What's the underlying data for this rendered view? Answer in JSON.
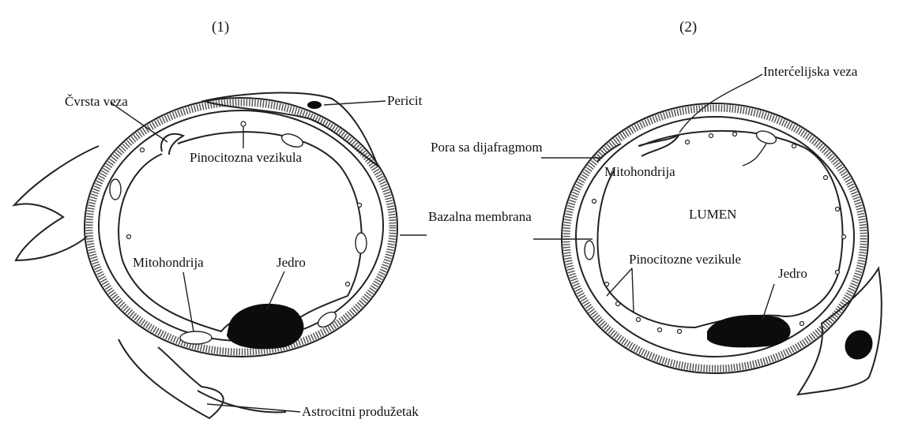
{
  "panels": [
    {
      "number": "(1)",
      "labels": {
        "tight_junction": "Čvrsta veza",
        "pericyte": "Pericit",
        "pinocytotic_vesicle": "Pinocitozna vezikula",
        "basal_membrane": "Bazalna membrana",
        "mitochondrion": "Mitohondrija",
        "nucleus": "Jedro",
        "astrocyte_process": "Astrocitni produžetak"
      }
    },
    {
      "number": "(2)",
      "labels": {
        "intercellular_junction": "Interćelijska veza",
        "pore_with_diaphragm": "Pora sa dijafragmom",
        "mitochondrion": "Mitohondrija",
        "lumen": "LUMEN",
        "pinocytotic_vesicles": "Pinocitozne vezikule",
        "nucleus": "Jedro"
      }
    }
  ]
}
